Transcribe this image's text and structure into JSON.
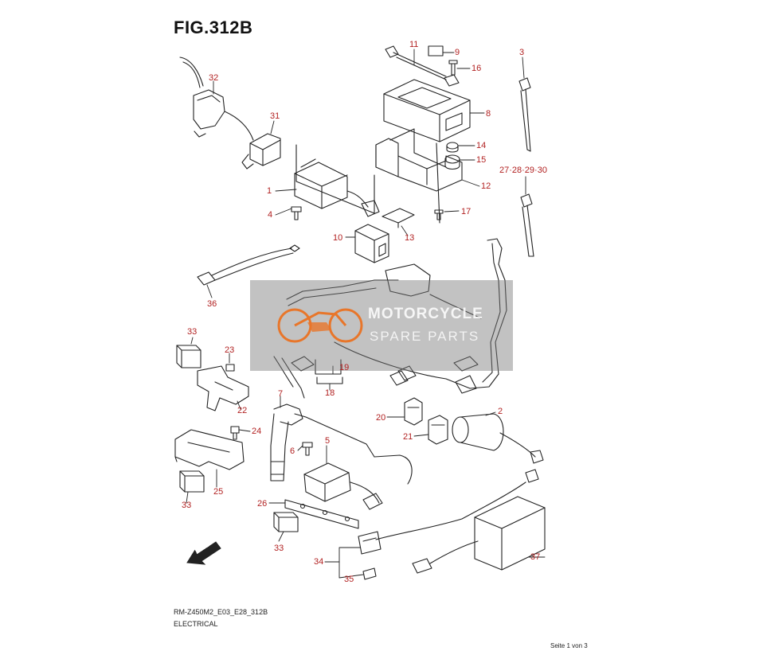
{
  "figure": {
    "title": "FIG.312B",
    "model_code": "RM-Z450M2_E03_E28_312B",
    "section": "ELECTRICAL",
    "page": "Seite 1 von 3",
    "fwd_label": "FWD"
  },
  "watermark": {
    "line1": "MOTORCYCLE",
    "line2": "SPARE PARTS"
  },
  "callouts": [
    {
      "id": "c32",
      "text": "32"
    },
    {
      "id": "c31",
      "text": "31"
    },
    {
      "id": "c1",
      "text": "1"
    },
    {
      "id": "c4",
      "text": "4"
    },
    {
      "id": "c11",
      "text": "11"
    },
    {
      "id": "c9",
      "text": "9"
    },
    {
      "id": "c16",
      "text": "16"
    },
    {
      "id": "c8",
      "text": "8"
    },
    {
      "id": "c14",
      "text": "14"
    },
    {
      "id": "c15",
      "text": "15"
    },
    {
      "id": "c12",
      "text": "12"
    },
    {
      "id": "c17",
      "text": "17"
    },
    {
      "id": "c10",
      "text": "10"
    },
    {
      "id": "c13",
      "text": "13"
    },
    {
      "id": "c3",
      "text": "3"
    },
    {
      "id": "c27",
      "text": "27·28·29·30"
    },
    {
      "id": "c36",
      "text": "36"
    },
    {
      "id": "c33a",
      "text": "33"
    },
    {
      "id": "c23",
      "text": "23"
    },
    {
      "id": "c19",
      "text": "19"
    },
    {
      "id": "c18",
      "text": "18"
    },
    {
      "id": "c22",
      "text": "22"
    },
    {
      "id": "c7",
      "text": "7"
    },
    {
      "id": "c24",
      "text": "24"
    },
    {
      "id": "c5",
      "text": "5"
    },
    {
      "id": "c6",
      "text": "6"
    },
    {
      "id": "c20",
      "text": "20"
    },
    {
      "id": "c2",
      "text": "2"
    },
    {
      "id": "c21",
      "text": "21"
    },
    {
      "id": "c25",
      "text": "25"
    },
    {
      "id": "c33b",
      "text": "33"
    },
    {
      "id": "c26",
      "text": "26"
    },
    {
      "id": "c33c",
      "text": "33"
    },
    {
      "id": "c34",
      "text": "34"
    },
    {
      "id": "c35",
      "text": "35"
    },
    {
      "id": "c37",
      "text": "37"
    }
  ],
  "colors": {
    "callout": "#b22222",
    "line": "#222222",
    "watermark_logo": "#e8762a"
  }
}
